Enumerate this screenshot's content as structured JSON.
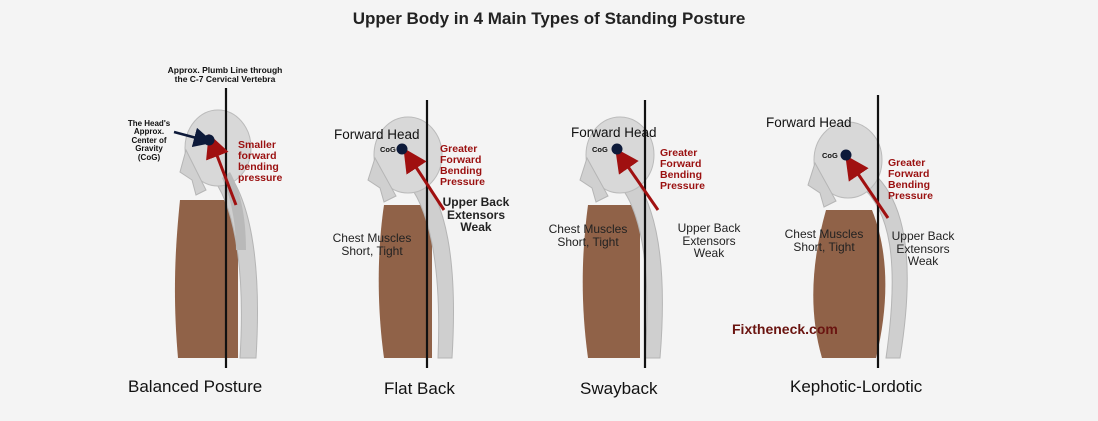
{
  "title": "Upper Body in 4 Main Types of Standing Posture",
  "watermark": "Fixtheneck.com",
  "colors": {
    "muscle": "#8a5a3e",
    "skeleton": "#c9c9c9",
    "arrow": "#a01010",
    "cog_dot": "#0d1a3a"
  },
  "panels": [
    {
      "caption": "Balanced Posture",
      "plumb_line_label": "Approx. Plumb Line through\nthe C-7 Cervical Vertebra",
      "cog_label": "The Head's\nApprox.\nCenter of\nGravity\n(CoG)",
      "pressure_label": "Smaller\nforward\nbending\npressure"
    },
    {
      "caption": "Flat Back",
      "head_label": "Forward Head",
      "cog": "CoG",
      "pressure_label": "Greater\nForward\nBending\nPressure",
      "muscle_label_front": "Chest Muscles\nShort, Tight",
      "muscle_label_back": "Upper Back\nExtensors\nWeak"
    },
    {
      "caption": "Swayback",
      "head_label": "Forward Head",
      "cog": "CoG",
      "pressure_label": "Greater\nForward\nBending\nPressure",
      "muscle_label_front": "Chest Muscles\nShort, Tight",
      "muscle_label_back": "Upper Back\nExtensors\nWeak"
    },
    {
      "caption": "Kephotic-Lordotic",
      "head_label": "Forward Head",
      "cog": "CoG",
      "pressure_label": "Greater\nForward\nBending\nPressure",
      "muscle_label_front": "Chest Muscles\nShort, Tight",
      "muscle_label_back": "Upper Back\nExtensors\nWeak"
    }
  ]
}
